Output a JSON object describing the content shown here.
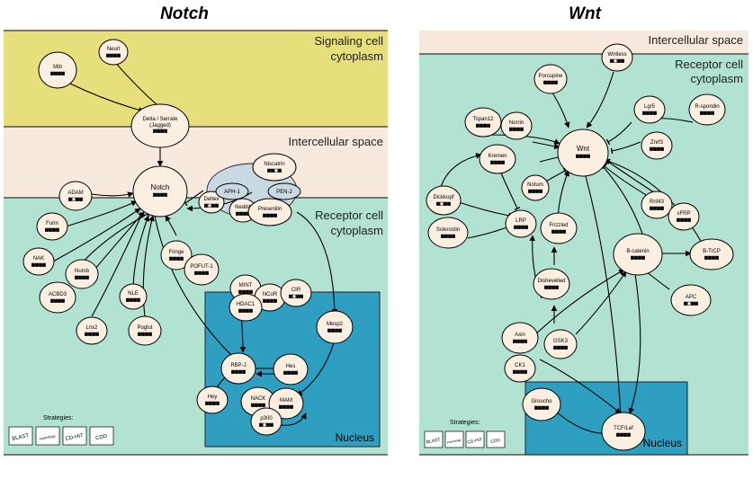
{
  "panels": {
    "notch": {
      "title": "Notch",
      "regions": {
        "signaling": "Signaling cell",
        "signaling_2": "cytoplasm",
        "intercellular": "Intercellular space",
        "receptor": "Receptor cell",
        "receptor_2": "cytoplasm",
        "nucleus": "Nucleus"
      },
      "strategies": {
        "title": "Strategies:",
        "items": [
          "BLAST",
          "Homology",
          "CD-HIT",
          "CDD"
        ]
      },
      "nodes": [
        {
          "id": "neurl",
          "label": "Neurl",
          "boxes": [
            1,
            1,
            1,
            1
          ]
        },
        {
          "id": "mib",
          "label": "Mib",
          "boxes": [
            1,
            1,
            1,
            1
          ]
        },
        {
          "id": "delta",
          "label": "Delta / Serrate",
          "label2": "(Jagged)",
          "boxes": [
            1,
            1,
            1,
            1
          ]
        },
        {
          "id": "notch",
          "label": "Notch",
          "boxes": [
            1,
            1,
            1,
            1
          ]
        },
        {
          "id": "adam",
          "label": "ADAM",
          "boxes": [
            1,
            0,
            1,
            1
          ]
        },
        {
          "id": "furin",
          "label": "Furin",
          "boxes": [
            1,
            1,
            1,
            1
          ]
        },
        {
          "id": "nak",
          "label": "NAK",
          "boxes": [
            1,
            1,
            1,
            1
          ]
        },
        {
          "id": "numb",
          "label": "Numb",
          "boxes": [
            1,
            1,
            1,
            1
          ]
        },
        {
          "id": "acbd3",
          "label": "ACBD3",
          "boxes": [
            1,
            1,
            1,
            1
          ]
        },
        {
          "id": "lnx2",
          "label": "Lnx2",
          "boxes": [
            1,
            1,
            1,
            1
          ]
        },
        {
          "id": "nle",
          "label": "NLE",
          "boxes": [
            1,
            1,
            1,
            1
          ]
        },
        {
          "id": "poglut",
          "label": "Poglut",
          "boxes": [
            1,
            1,
            1,
            1
          ]
        },
        {
          "id": "fringe",
          "label": "Fringe",
          "boxes": [
            1,
            1,
            1,
            1
          ]
        },
        {
          "id": "pofut1",
          "label": "POFUT-1",
          "boxes": [
            1,
            1,
            1,
            1
          ]
        },
        {
          "id": "deltex",
          "label": "Deltex",
          "boxes": [
            1,
            0,
            1,
            1
          ]
        },
        {
          "id": "nedd4",
          "label": "Nedd4",
          "boxes": [
            1,
            1,
            1,
            1
          ]
        },
        {
          "id": "niscatrin",
          "label": "Niscatrin",
          "boxes": [
            1,
            1,
            0,
            1
          ]
        },
        {
          "id": "aph1",
          "label": "APH-1",
          "boxes": []
        },
        {
          "id": "pen2",
          "label": "PEN-2",
          "boxes": []
        },
        {
          "id": "presenilin",
          "label": "Presenilin",
          "boxes": [
            1,
            1,
            1,
            1
          ]
        },
        {
          "id": "mint",
          "label": "MINT",
          "boxes": [
            1,
            1,
            1,
            1
          ]
        },
        {
          "id": "ncor",
          "label": "NCoR",
          "boxes": [
            1,
            1,
            1,
            1
          ]
        },
        {
          "id": "cir",
          "label": "CIR",
          "boxes": [
            1,
            0,
            1,
            1
          ]
        },
        {
          "id": "hdac1",
          "label": "HDAC1",
          "boxes": [
            1,
            1,
            1,
            1
          ]
        },
        {
          "id": "mesp2",
          "label": "Mesp2",
          "boxes": [
            1,
            1,
            1,
            1
          ]
        },
        {
          "id": "rbpj",
          "label": "RBP-J",
          "boxes": [
            1,
            1,
            1,
            1
          ]
        },
        {
          "id": "hes",
          "label": "Hes",
          "boxes": [
            1,
            1,
            1,
            1
          ]
        },
        {
          "id": "hey",
          "label": "Hey",
          "boxes": [
            1,
            1,
            1,
            1
          ]
        },
        {
          "id": "nack",
          "label": "NACK",
          "boxes": [
            1,
            1,
            1,
            1
          ]
        },
        {
          "id": "mam",
          "label": "MAM",
          "boxes": [
            1,
            1,
            1,
            1
          ]
        },
        {
          "id": "p300",
          "label": "p300",
          "boxes": [
            1,
            0,
            1,
            1
          ]
        }
      ]
    },
    "wnt": {
      "title": "Wnt",
      "regions": {
        "intercellular": "Intercellular space",
        "receptor": "Receptor cell",
        "receptor_2": "cytoplasm",
        "nucleus": "Nucleus"
      },
      "strategies": {
        "title": "Strategies:",
        "items": [
          "BLAST",
          "Homology",
          "CD-HIT",
          "CDD"
        ]
      },
      "nodes": [
        {
          "id": "wntless",
          "label": "Wntless",
          "boxes": [
            1,
            0,
            1,
            1
          ]
        },
        {
          "id": "porcupine",
          "label": "Porcupine",
          "boxes": [
            1,
            1,
            1,
            1
          ]
        },
        {
          "id": "lgr5",
          "label": "Lgr5",
          "boxes": [
            1,
            1,
            1,
            1
          ]
        },
        {
          "id": "rspondin",
          "label": "R-spondin",
          "boxes": [
            1,
            1,
            1,
            1
          ]
        },
        {
          "id": "tspan12",
          "label": "Tspan12",
          "boxes": [
            1,
            1,
            1,
            1
          ]
        },
        {
          "id": "norrin",
          "label": "Norrin",
          "boxes": [
            1,
            1,
            1,
            1
          ]
        },
        {
          "id": "wnt",
          "label": "Wnt",
          "boxes": [
            1,
            1,
            1,
            1
          ]
        },
        {
          "id": "znrf3",
          "label": "Znrf3",
          "boxes": [
            1,
            1,
            1,
            1
          ]
        },
        {
          "id": "kremen",
          "label": "Kremen",
          "boxes": [
            1,
            1,
            1,
            1
          ]
        },
        {
          "id": "notum",
          "label": "Notum",
          "boxes": [
            1,
            1,
            1,
            1
          ]
        },
        {
          "id": "dickkopf",
          "label": "Dickkopf",
          "boxes": [
            1,
            0,
            1,
            1
          ]
        },
        {
          "id": "rnf43",
          "label": "Rnf43",
          "boxes": [
            1,
            1,
            1,
            1
          ]
        },
        {
          "id": "sfrp",
          "label": "sFRP",
          "boxes": [
            1,
            1,
            1,
            1
          ]
        },
        {
          "id": "sclerostin",
          "label": "Sclerostin",
          "boxes": [
            1,
            1,
            1,
            1
          ]
        },
        {
          "id": "lrp",
          "label": "LRP",
          "boxes": [
            1,
            1,
            1,
            1
          ]
        },
        {
          "id": "frizzled",
          "label": "Frizzled",
          "boxes": [
            1,
            1,
            1,
            1
          ]
        },
        {
          "id": "bcatenin",
          "label": "B-catenin",
          "boxes": [
            1,
            1,
            1,
            1
          ]
        },
        {
          "id": "btrcp",
          "label": "B-TrCP",
          "boxes": [
            1,
            1,
            1,
            1
          ]
        },
        {
          "id": "dishevelled",
          "label": "Dishevelled",
          "boxes": [
            1,
            1,
            1,
            1
          ]
        },
        {
          "id": "apc",
          "label": "APC",
          "boxes": [
            1,
            0,
            1,
            1
          ]
        },
        {
          "id": "axin",
          "label": "Axin",
          "boxes": [
            1,
            1,
            1,
            1
          ]
        },
        {
          "id": "gsk3",
          "label": "GSK3",
          "boxes": [
            1,
            1,
            1,
            1
          ]
        },
        {
          "id": "ck1",
          "label": "CK1",
          "boxes": [
            1,
            1,
            1,
            1
          ]
        },
        {
          "id": "groucho",
          "label": "Groucho",
          "boxes": [
            1,
            1,
            1,
            1
          ]
        },
        {
          "id": "tcflef",
          "label": "TCF/Lef",
          "boxes": [
            1,
            1,
            1,
            1
          ]
        }
      ]
    }
  },
  "colors": {
    "signaling": "#e6df7b",
    "intercellular": "#f7e9dd",
    "receptor": "#b2e2d2",
    "nucleus": "#2e9fc0",
    "node_fill": "#fbefe2",
    "gamma_fill": "#c9d9e2"
  }
}
